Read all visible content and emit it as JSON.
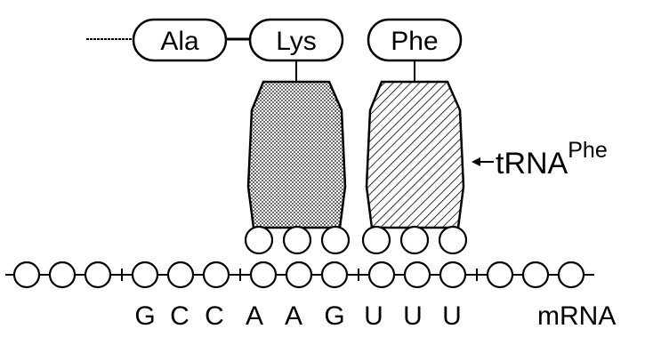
{
  "peptide_chain": {
    "residues": [
      "Ala",
      "Lys"
    ]
  },
  "incoming_amino_acid": "Phe",
  "trna_label": {
    "base": "tRNA",
    "superscript": "Phe"
  },
  "mrna_bases": [
    "G",
    "C",
    "C",
    "A",
    "A",
    "G",
    "U",
    "U",
    "U"
  ],
  "mrna_label": "mRNA",
  "colors": {
    "ink": "#000000",
    "background": "#ffffff"
  }
}
